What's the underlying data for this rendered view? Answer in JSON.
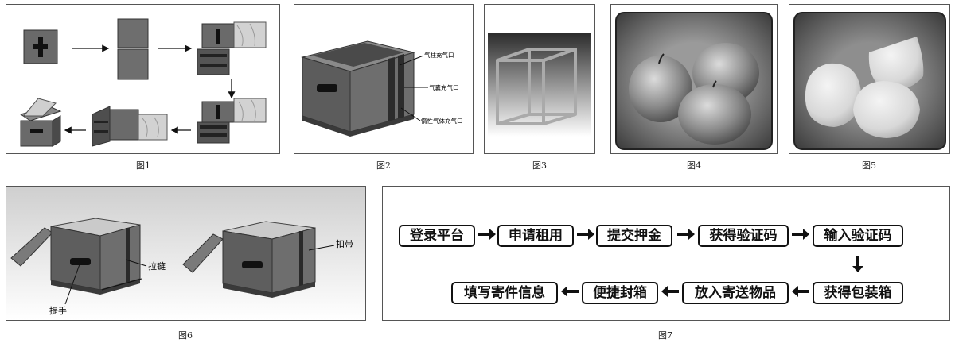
{
  "captions": {
    "fig1": "图1",
    "fig2": "图2",
    "fig3": "图3",
    "fig4": "图4",
    "fig5": "图5",
    "fig6": "图6",
    "fig7": "图7"
  },
  "fig2_labels": {
    "airbag_inlet": "气柱充气口",
    "bladder_inlet": "气囊充气口",
    "inert_gas_inlet": "惰性气体充气口"
  },
  "fig6_labels": {
    "zipper": "拉链",
    "handle": "提手",
    "strap": "扣带"
  },
  "flow_row1": [
    "登录平台",
    "申请租用",
    "提交押金",
    "获得验证码",
    "输入验证码"
  ],
  "flow_row2": [
    "填写寄件信息",
    "便捷封箱",
    "放入寄送物品",
    "获得包装箱"
  ],
  "colors": {
    "box_dark": "#3a3a3a",
    "box_mid": "#5a5a5a",
    "foil": "#c8c8c8",
    "photo_bg": "#6a6a6a"
  }
}
